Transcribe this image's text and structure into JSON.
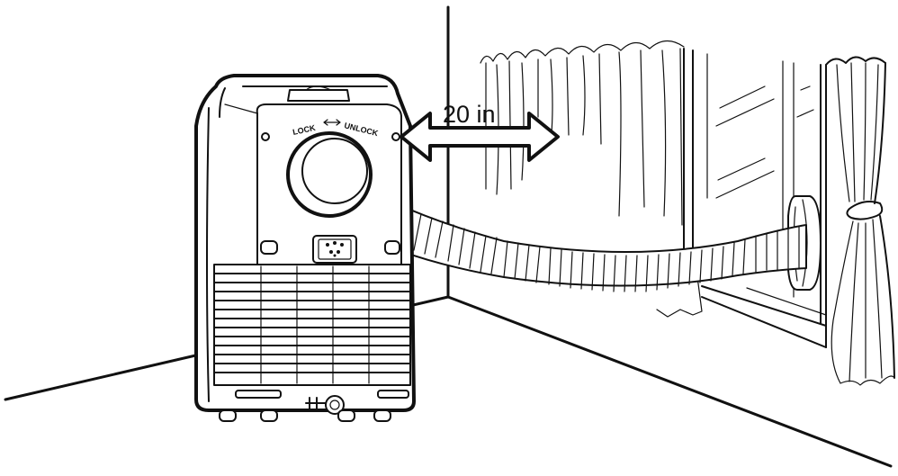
{
  "diagram": {
    "dimension_label": "20 in",
    "lock_label": "LOCK",
    "unlock_label": "UNLOCK"
  }
}
